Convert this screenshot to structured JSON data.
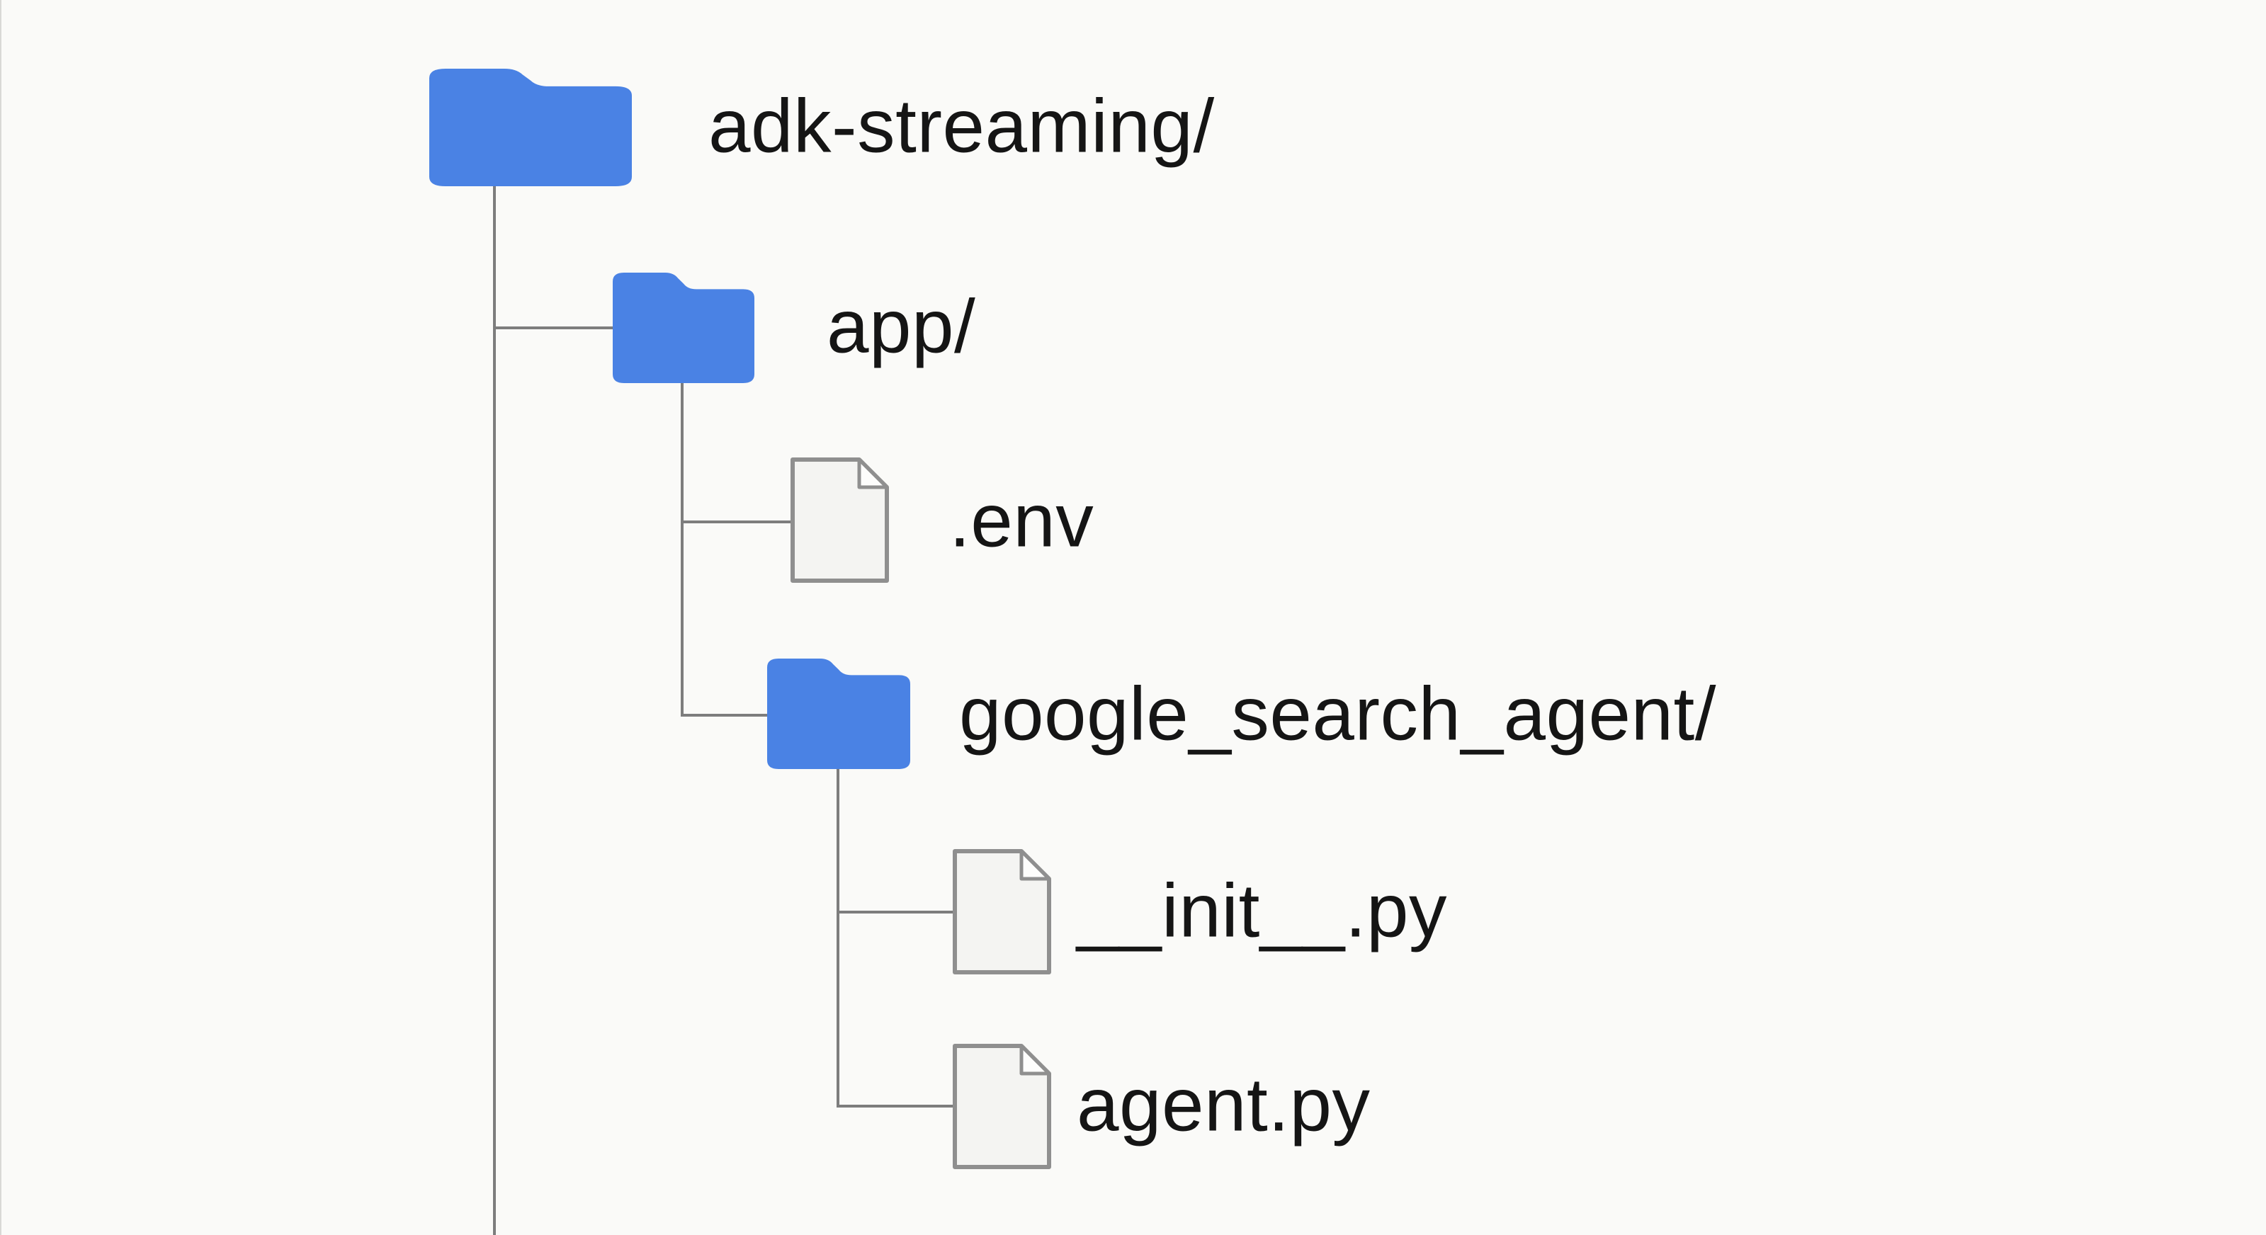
{
  "diagram": {
    "kind": "file-tree",
    "tree": {
      "nodes": [
        {
          "id": "adk-streaming",
          "type": "folder",
          "label": "adk-streaming/",
          "depth": 0,
          "parent": null
        },
        {
          "id": "app",
          "type": "folder",
          "label": "app/",
          "depth": 1,
          "parent": "adk-streaming"
        },
        {
          "id": "env",
          "type": "file",
          "label": ".env",
          "depth": 2,
          "parent": "app"
        },
        {
          "id": "google_search_agent",
          "type": "folder",
          "label": "google_search_agent/",
          "depth": 2,
          "parent": "app"
        },
        {
          "id": "init",
          "type": "file",
          "label": "__init__.py",
          "depth": 3,
          "parent": "google_search_agent"
        },
        {
          "id": "agent",
          "type": "file",
          "label": "agent.py",
          "depth": 3,
          "parent": "google_search_agent"
        }
      ]
    },
    "colors": {
      "background": "#fafaf8",
      "folder_blue": "#4a82e4",
      "tree_line_gray": "#7d7d7d",
      "file_fill": "#f4f4f2",
      "file_fold_fill": "#fdfdfc",
      "file_stroke": "#8f8f8f",
      "text": "#151515"
    }
  }
}
